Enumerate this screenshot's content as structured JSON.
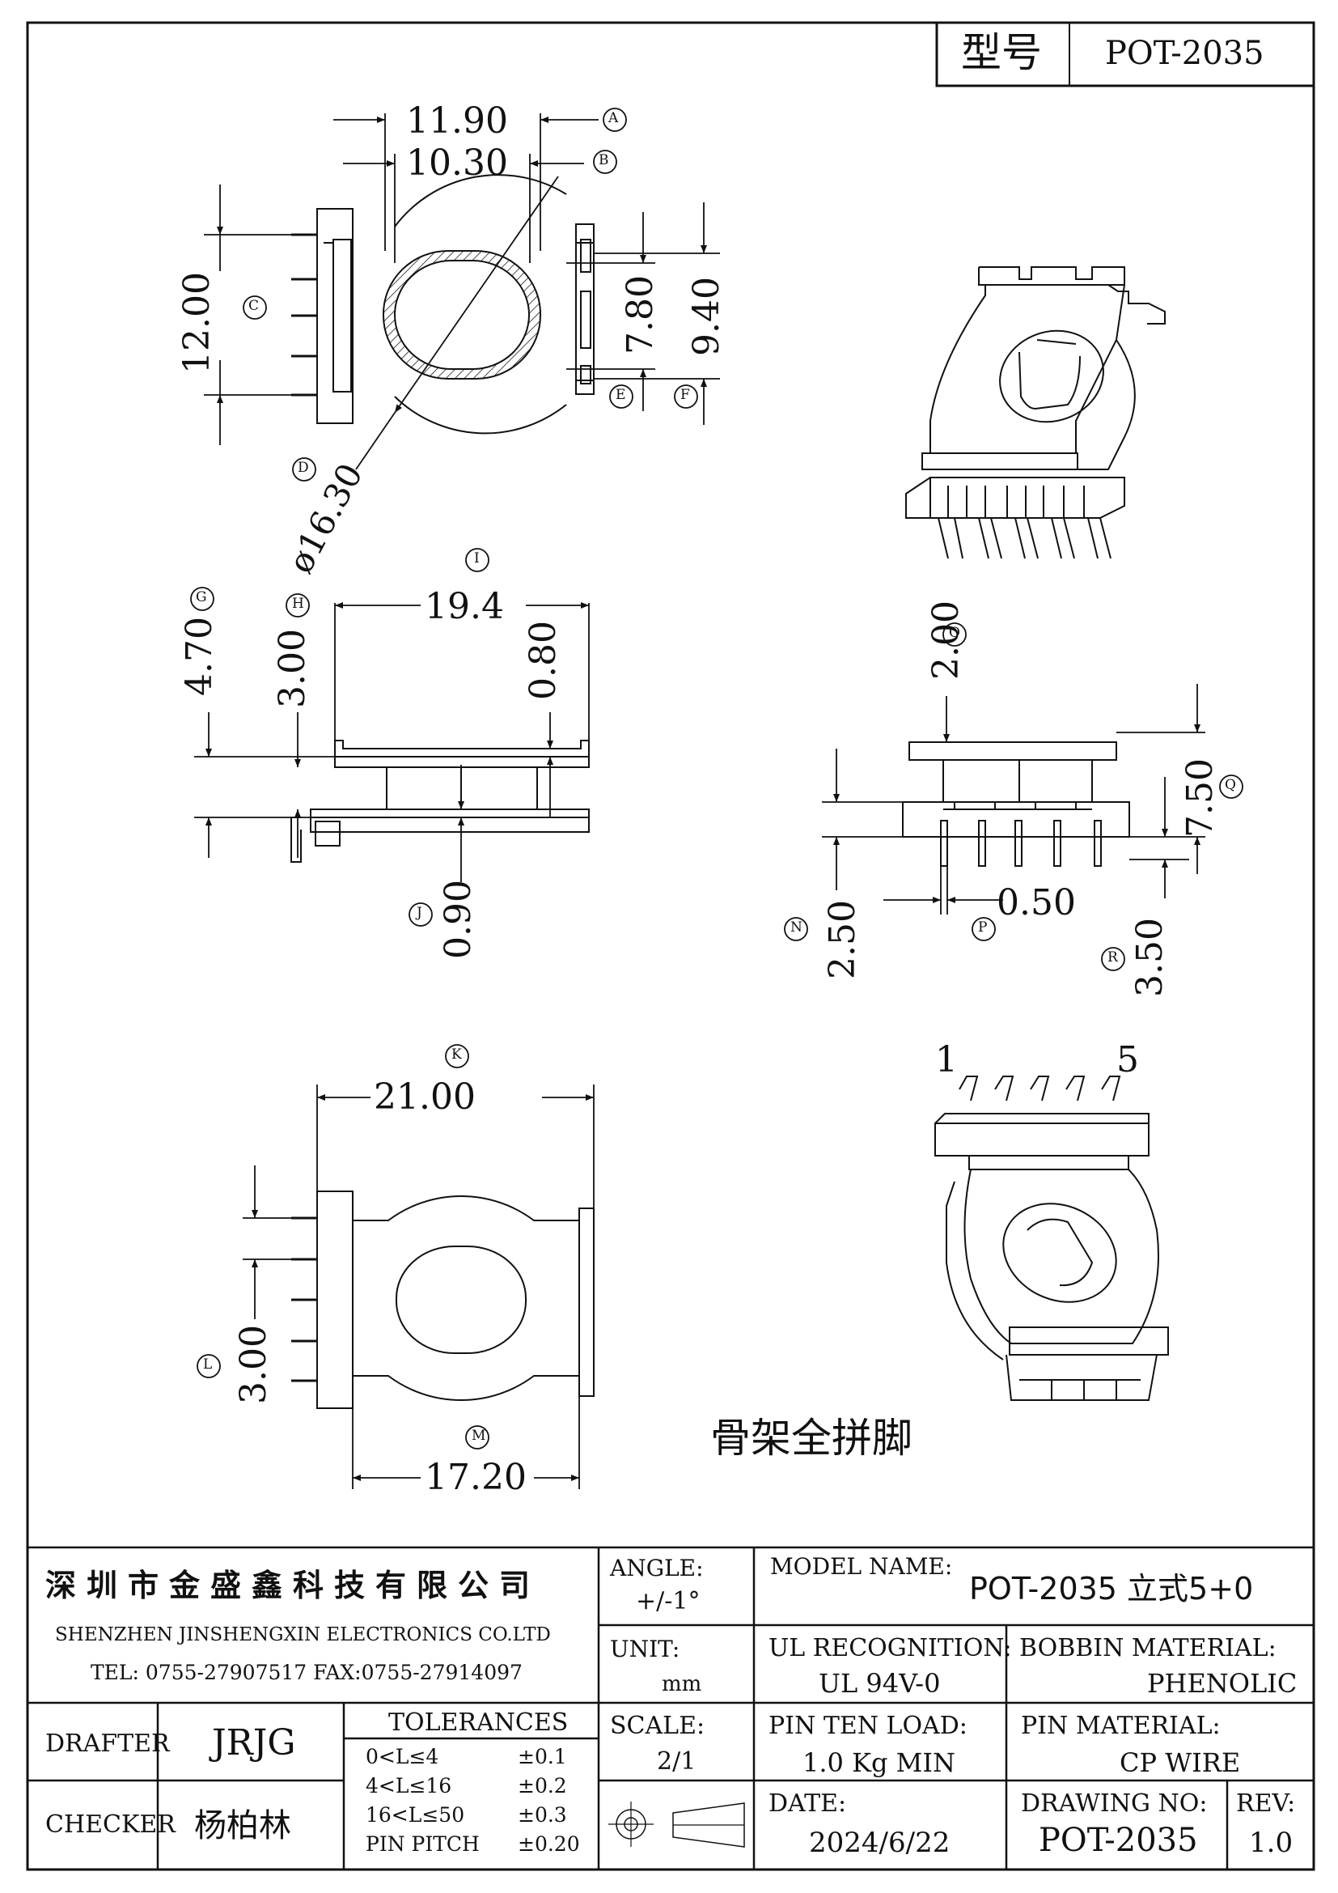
{
  "title_block": {
    "model_label": "型号",
    "model_value": "POT-2035"
  },
  "dims": {
    "A_value": "11.90",
    "A_mark": "A",
    "B_value": "10.30",
    "B_mark": "B",
    "C_value": "12.00",
    "C_mark": "C",
    "D_value": "ø16.30",
    "D_mark": "D",
    "E_value": "7.80",
    "E_mark": "E",
    "F_value": "9.40",
    "F_mark": "F",
    "G_value": "4.70",
    "G_mark": "G",
    "H_value": "3.00",
    "H_mark": "H",
    "I_value": "19.4",
    "I_mark": "I",
    "J_value": "0.80",
    "K_value": "21.00",
    "K_mark": "K",
    "L_value": "3.00",
    "L_mark": "L",
    "M_value": "17.20",
    "M_mark": "M",
    "N_value": "2.50",
    "N_mark": "N",
    "O_value": "2.00",
    "O_mark": "O",
    "P_value": "0.50",
    "P_mark": "P",
    "Q_value": "7.50",
    "Q_mark": "Q",
    "R_value": "3.50",
    "R_mark": "R",
    "J2_value": "0.90",
    "J2_mark": "J"
  },
  "pin_labels": {
    "first": "1",
    "last": "5"
  },
  "note": "骨架全拼脚",
  "company": {
    "name_cn": "深圳市金盛鑫科技有限公司",
    "name_en": "SHENZHEN JINSHENGXIN ELECTRONICS CO.LTD",
    "contact": "TEL: 0755-27907517   FAX:0755-27914097"
  },
  "fields": {
    "angle_label": "ANGLE:",
    "angle_value": "+/-1°",
    "model_name_label": "MODEL NAME:",
    "model_name_value": "POT-2035 立式5+0",
    "unit_label": "UNIT:",
    "unit_value": "mm",
    "ul_label": "UL RECOGNITION:",
    "ul_value": "UL 94V-0",
    "bobbin_label": "BOBBIN MATERIAL:",
    "bobbin_value": "PHENOLIC",
    "drafter_label": "DRAFTER",
    "drafter_value": "JRJG",
    "checker_label": "CHECKER",
    "checker_value": "杨柏林",
    "tolerances_label": "TOLERANCES",
    "tol_rows": [
      {
        "range": "0<L≤4",
        "value": "±0.1"
      },
      {
        "range": "4<L≤16",
        "value": "±0.2"
      },
      {
        "range": "16<L≤50",
        "value": "±0.3"
      },
      {
        "range": "PIN PITCH",
        "value": "±0.20"
      }
    ],
    "scale_label": "SCALE:",
    "scale_value": "2/1",
    "pin_load_label": "PIN TEN LOAD:",
    "pin_load_value": "1.0 Kg MIN",
    "pin_material_label": "PIN MATERIAL:",
    "pin_material_value": "CP WIRE",
    "date_label": "DATE:",
    "date_value": "2024/6/22",
    "drawing_no_label": "DRAWING NO:",
    "drawing_no_value": "POT-2035",
    "rev_label": "REV:",
    "rev_value": "1.0"
  }
}
